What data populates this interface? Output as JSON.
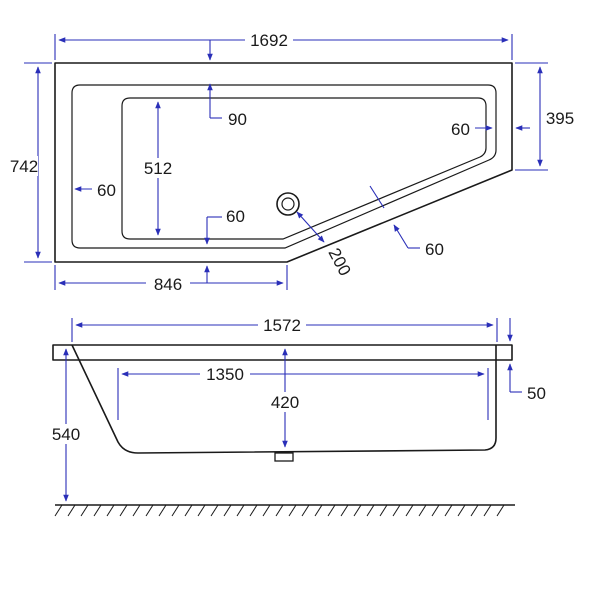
{
  "top_view": {
    "overall_length": "1692",
    "overall_width": "742",
    "short_end_width": "395",
    "wall_top_offset": "90",
    "wall_right_offset": "60",
    "wall_left_offset": "60",
    "wall_bottom_offset": "60",
    "inner_width": "512",
    "straight_bottom_length": "846",
    "drain_offset": "200",
    "angled_wall_offset": "60"
  },
  "side_view": {
    "rim_length": "1572",
    "bottom_length": "1350",
    "inner_depth": "420",
    "total_height": "540",
    "rim_thickness": "50"
  }
}
